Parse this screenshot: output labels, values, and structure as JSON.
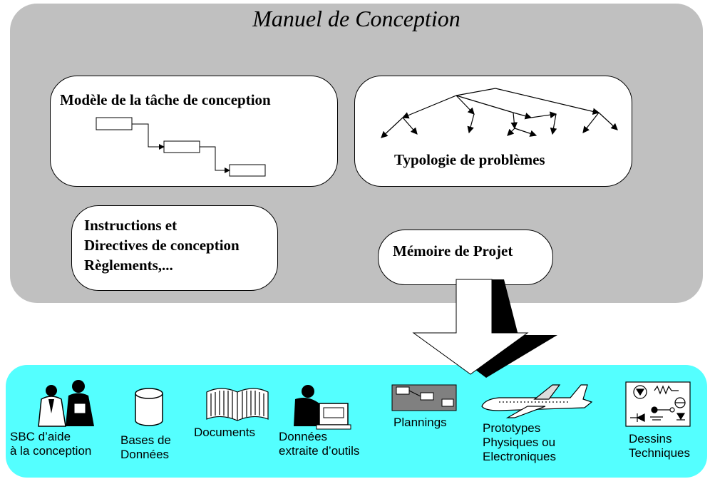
{
  "manual": {
    "title": "Manuel de Conception",
    "task_model": "Modèle de la tâche de conception",
    "problem_typology": "Typologie de problèmes",
    "instructions": [
      "Instructions et",
      "Directives de conception",
      "Règlements,..."
    ],
    "project_memory": "Mémoire de Projet"
  },
  "resources": {
    "sbc": [
      "SBC d’aide",
      "à la conception"
    ],
    "databases": [
      "Bases de",
      "Données"
    ],
    "documents": "Documents",
    "tool_data": [
      "Données",
      "extraite d’outils"
    ],
    "plannings": "Plannings",
    "prototypes": [
      "Prototypes",
      "Physiques ou",
      "Electroniques"
    ],
    "drawings": [
      "Dessins",
      "Techniques"
    ]
  },
  "colors": {
    "manual_bg": "#c0c0c0",
    "resources_bg": "#54ffff"
  }
}
